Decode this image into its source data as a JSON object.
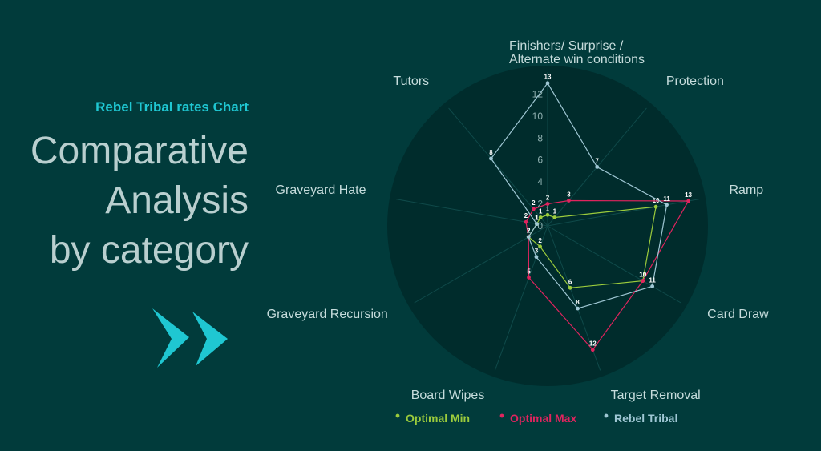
{
  "header": {
    "subtitle": "Rebel Tribal rates Chart",
    "title_lines": [
      "Comparative",
      "Analysis",
      "by category"
    ]
  },
  "colors": {
    "background": "#013b3b",
    "plot_background": "#002c2c",
    "optimal_min": "#9ccc3c",
    "optimal_max": "#e0245e",
    "rebel_tribal": "#9fc7d4",
    "arrow": "#1fc7d2"
  },
  "chart_data": {
    "type": "radar",
    "axes": [
      "Finishers/ Surprise /\nAlternate win conditions",
      "Protection",
      "Ramp",
      "Card Draw",
      "Target Removal",
      "Board Wipes",
      "Graveyard Recursion",
      "Graveyard Hate",
      "Tutors"
    ],
    "radial_ticks": [
      0,
      2,
      4,
      6,
      8,
      10,
      12
    ],
    "rlim": [
      0,
      14
    ],
    "series": [
      {
        "name": "Optimal Min",
        "values": [
          1,
          1,
          10,
          10,
          6,
          2,
          2,
          1,
          1
        ]
      },
      {
        "name": "Optimal Max",
        "values": [
          2,
          3,
          13,
          10,
          12,
          5,
          2,
          2,
          2
        ]
      },
      {
        "name": "Rebel Tribal",
        "values": [
          13,
          7,
          11,
          11,
          8,
          3,
          2,
          1,
          8
        ]
      }
    ],
    "legend_position": "bottom"
  }
}
